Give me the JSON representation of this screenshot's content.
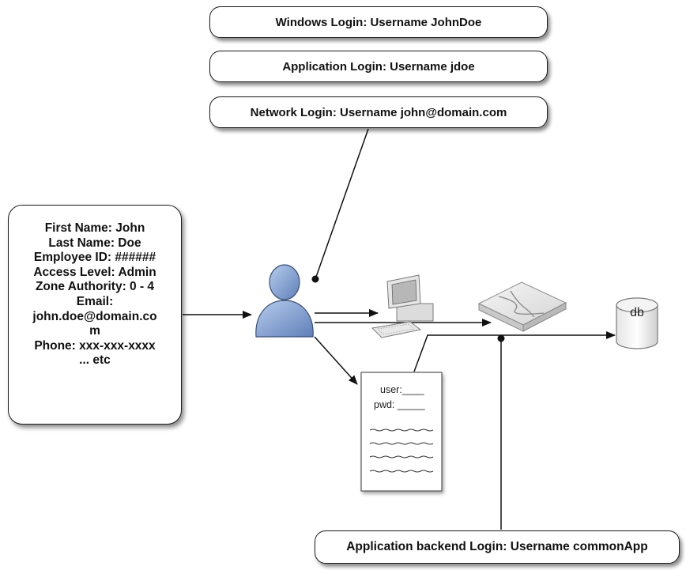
{
  "logins": {
    "windows": "Windows Login: Username JohnDoe",
    "application": "Application Login: Username jdoe",
    "network": "Network Login: Username john@domain.com",
    "backend": "Application backend Login: Username commonApp"
  },
  "user_record": {
    "lines": [
      "First Name: John",
      "Last Name: Doe",
      "Employee ID: ######",
      "Access Level: Admin",
      "Zone Authority: 0 - 4",
      "Email:",
      "john.doe@domain.co",
      "m",
      "Phone: xxx-xxx-xxxx",
      "... etc"
    ]
  },
  "document": {
    "user_field": "user:____",
    "pwd_field": "pwd: _____"
  },
  "database": {
    "label": "db"
  },
  "icons": {
    "user": "user-icon",
    "computer": "computer-icon",
    "switch": "network-switch-icon",
    "document": "document-icon",
    "database": "database-icon"
  },
  "colors": {
    "user_fill": "#8aa6d6",
    "box_border": "#1a1a1a"
  }
}
